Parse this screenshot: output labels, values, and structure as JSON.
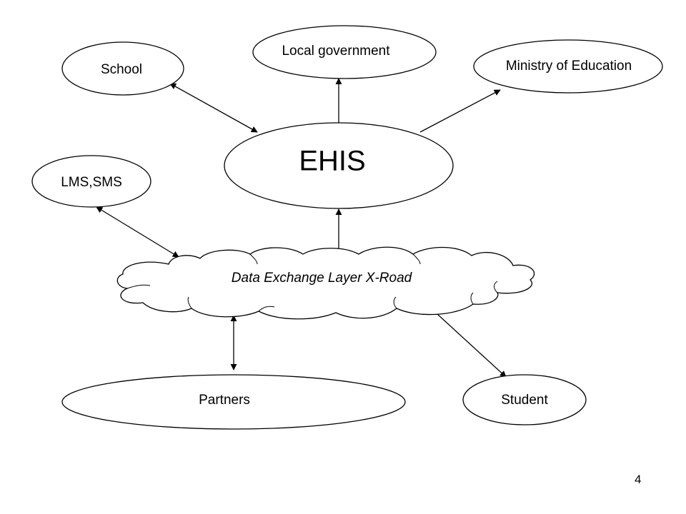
{
  "diagram": {
    "center": {
      "label": "EHIS"
    },
    "nodes": {
      "school": {
        "label": "School"
      },
      "local_government": {
        "label": "Local government"
      },
      "ministry": {
        "label": "Ministry of Education"
      },
      "lms_sms": {
        "label": "LMS,SMS"
      },
      "partners": {
        "label": "Partners"
      },
      "student": {
        "label": "Student"
      }
    },
    "cloud": {
      "label": "Data Exchange Layer X-Road"
    }
  },
  "footer": {
    "page_number": "4"
  },
  "colors": {
    "stroke": "#000000",
    "fill": "#ffffff"
  }
}
